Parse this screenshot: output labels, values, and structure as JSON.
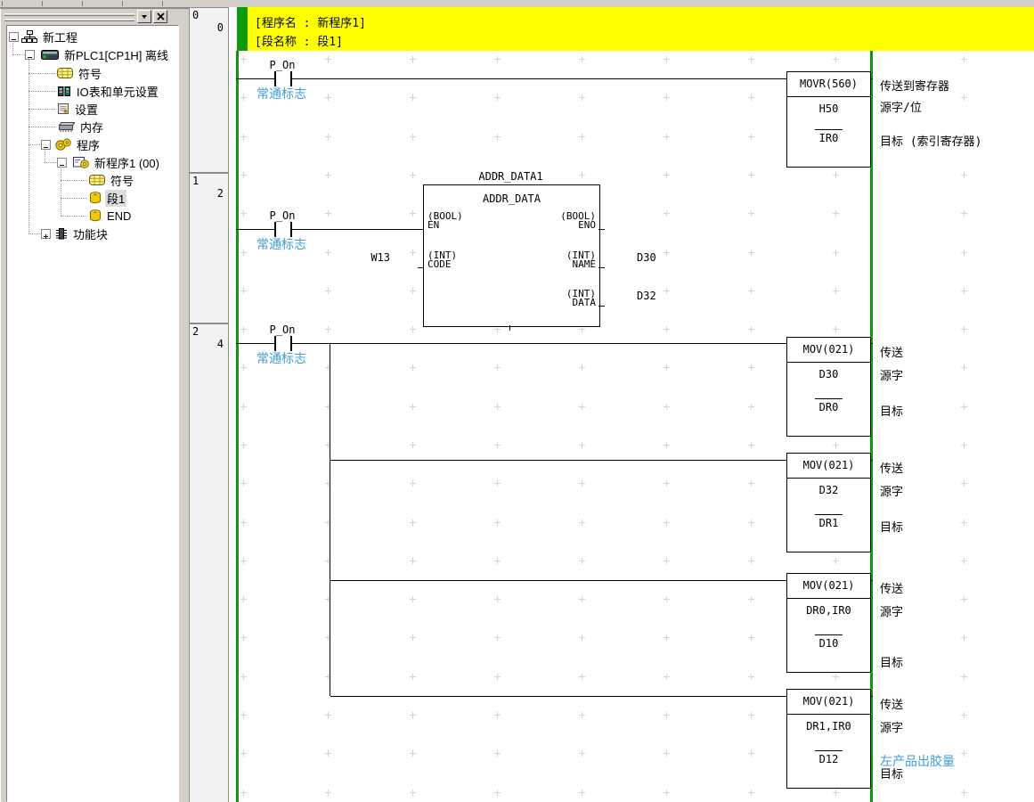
{
  "sidebar": {
    "items": [
      {
        "label": "新工程"
      },
      {
        "label": "新PLC1[CP1H] 离线"
      },
      {
        "label": "符号"
      },
      {
        "label": "IO表和单元设置"
      },
      {
        "label": "设置"
      },
      {
        "label": "内存"
      },
      {
        "label": "程序"
      },
      {
        "label": "新程序1 (00)"
      },
      {
        "label": "符号"
      },
      {
        "label": "段1"
      },
      {
        "label": "END"
      },
      {
        "label": "功能块"
      }
    ]
  },
  "ladder": {
    "header": {
      "program": "[程序名 : 新程序1]",
      "section": "[段名称 : 段1]"
    },
    "rungs": [
      {
        "number": "0",
        "step": "0"
      },
      {
        "number": "1",
        "step": "2"
      },
      {
        "number": "2",
        "step": "4"
      }
    ],
    "contact": {
      "label": "P_On",
      "comment": "常通标志"
    },
    "movr": {
      "title": "MOVR(560)",
      "src": "H50",
      "dst": "IR0",
      "comment_title": "传送到寄存器",
      "comment_src": "源字/位",
      "comment_dst": "目标 (索引寄存器)"
    },
    "fb": {
      "instance": "ADDR_DATA1",
      "name": "ADDR_DATA",
      "en_type": "(BOOL)",
      "en": "EN",
      "eno_type": "(BOOL)",
      "eno": "ENO",
      "code_type": "(INT)",
      "code": "CODE",
      "code_param": "W13",
      "name_type": "(INT)",
      "name_pin": "NAME",
      "name_param": "D30",
      "data_type": "(INT)",
      "data_pin": "DATA",
      "data_param": "D32"
    },
    "movs": [
      {
        "title": "MOV(021)",
        "src": "D30",
        "dst": "DR0",
        "comment_title": "传送",
        "comment_src": "源字",
        "comment_dst": "目标"
      },
      {
        "title": "MOV(021)",
        "src": "D32",
        "dst": "DR1",
        "comment_title": "传送",
        "comment_src": "源字",
        "comment_dst": "目标"
      },
      {
        "title": "MOV(021)",
        "src": "DR0,IR0",
        "dst": "D10",
        "comment_title": "传送",
        "comment_src": "源字",
        "comment_dst": "目标"
      },
      {
        "title": "MOV(021)",
        "src": "DR1,IR0",
        "dst": "D12",
        "comment_title": "传送",
        "comment_src": "源字",
        "comment_dst": "目标",
        "comment_dst_extra": "左产品出胶量"
      }
    ],
    "colors": {
      "header_bg": "#FFFF00",
      "header_bar": "#0A9A0A",
      "power_rail": "#0A9A0A",
      "symbol_comment": "#3E9EDB"
    }
  },
  "icons": {
    "dropdown": "▼",
    "close": "✕"
  }
}
